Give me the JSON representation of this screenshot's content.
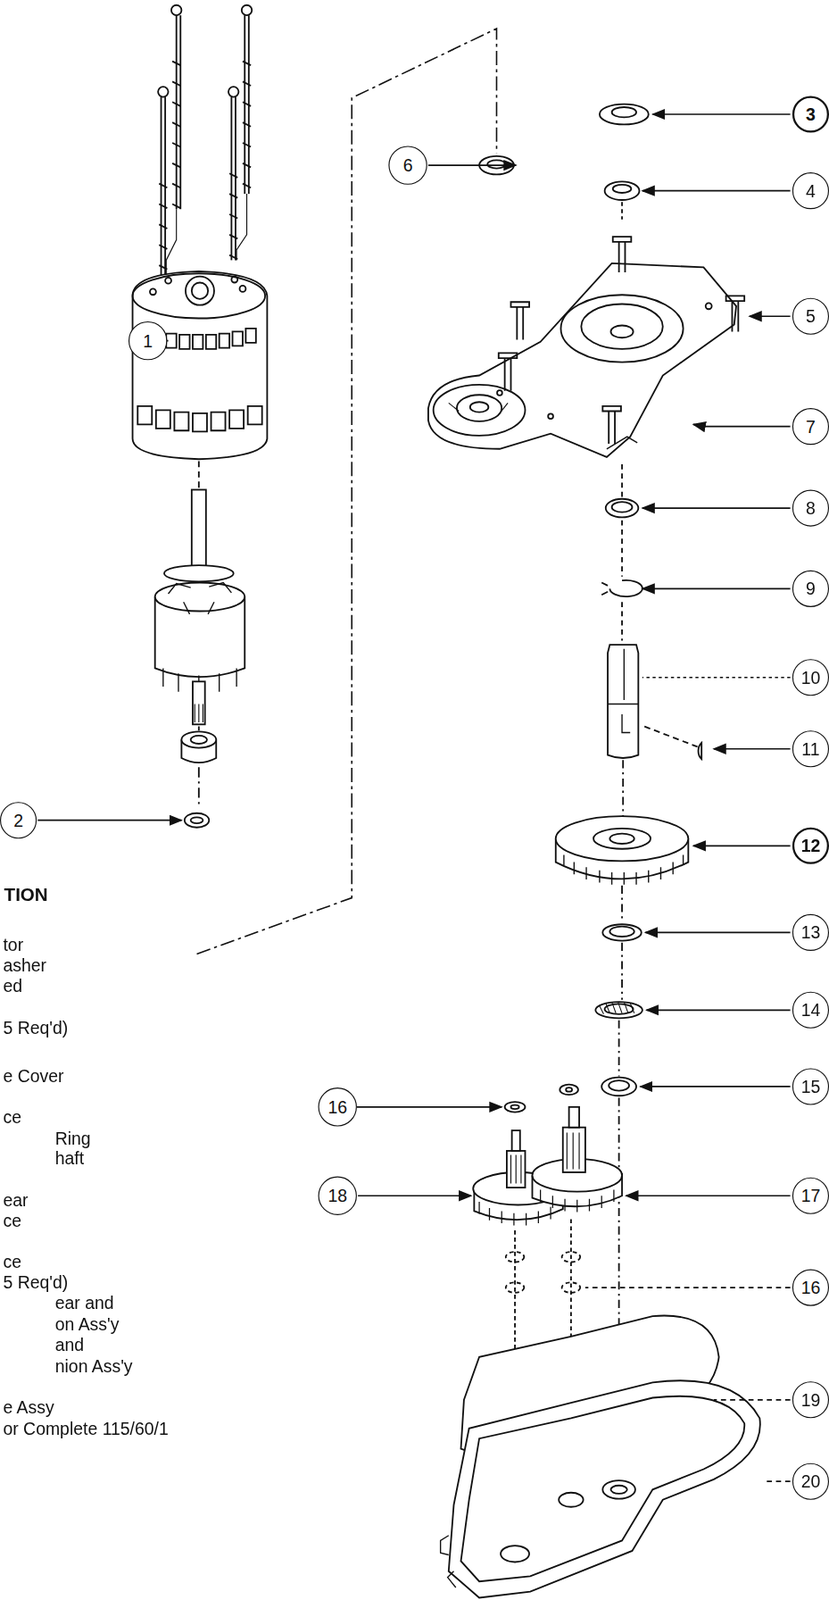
{
  "diagram": {
    "nodes": [
      {
        "text": [
          "1"
        ]
      },
      {
        "text": [
          "2"
        ]
      },
      {
        "text": [
          "3"
        ]
      },
      {
        "text": [
          "4"
        ]
      },
      {
        "text": [
          "5"
        ]
      },
      {
        "text": [
          "6"
        ]
      },
      {
        "text": [
          "7"
        ]
      },
      {
        "text": [
          "8"
        ]
      },
      {
        "text": [
          "9"
        ]
      },
      {
        "text": [
          "10"
        ]
      },
      {
        "text": [
          "11"
        ]
      },
      {
        "text": [
          "12"
        ]
      },
      {
        "text": [
          "13"
        ]
      },
      {
        "text": [
          "14"
        ]
      },
      {
        "text": [
          "15"
        ]
      },
      {
        "text": [
          "16"
        ]
      },
      {
        "text": [
          "17"
        ]
      },
      {
        "text": [
          "18"
        ]
      },
      {
        "text": [
          "16"
        ]
      },
      {
        "text": [
          "19"
        ]
      },
      {
        "text": [
          "20"
        ]
      }
    ],
    "labels": [
      "TION",
      "tor",
      "asher",
      "ed",
      "5 Req'd)",
      "e Cover",
      "ce",
      "Ring",
      "haft",
      "ear",
      "ce",
      "ce",
      "5 Req'd)",
      "ear and",
      "on Ass'y",
      "and",
      "nion Ass'y",
      "e Assy",
      "or Complete 115/60/1"
    ]
  }
}
